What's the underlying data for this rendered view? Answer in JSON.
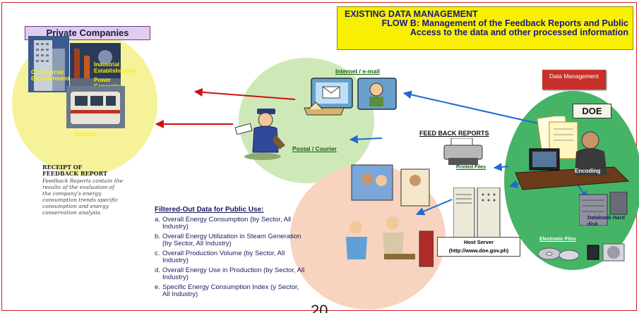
{
  "title": {
    "main": "EXISTING DATA MANAGEMENT",
    "sub": "FLOW B: Management of the Feedback Reports and Public Access to the data and other processed information"
  },
  "private_companies": {
    "label": "Private Companies",
    "items": [
      "Commercial Establishments",
      "Industrial Establishments",
      "Power Generating Plants",
      "Transport"
    ]
  },
  "channels": {
    "internet": "Internet / e-mail",
    "postal": "Postal / Courier"
  },
  "receipt": {
    "title": "RECEIPT OF FEEDBACK REPORT",
    "body": "Feedback Reports contain the results of the evaluation of the company's energy consumption trends specific consumption and energy conservation analysis."
  },
  "doe": {
    "data_management": "Data Management",
    "label": "DOE",
    "feedback_reports": "FEED BACK REPORTS",
    "printed_files": "Printed Files",
    "encoding": "Encoding",
    "databank": "Databank Hard disk",
    "electronic_files": "Electronic Files",
    "host_server": "Host Server",
    "host_url": "(http://www.doe.gov.ph)"
  },
  "public_use": {
    "title": "Filtered-Out Data for Public Use:",
    "items": [
      {
        "key": "a.",
        "text": "Overall Energy Consumption (by Sector, All Industry)"
      },
      {
        "key": "b.",
        "text": "Overall Energy Utilization in Steam Generation (by Sector, All Industry)"
      },
      {
        "key": "c.",
        "text": "Overall Production Volume (by Sector, All Industry)"
      },
      {
        "key": "d.",
        "text": "Overall Energy Use in Production (by Sector, All Industry)"
      },
      {
        "key": "e.",
        "text": "Specific Energy Consumption Index (y Sector, All Industry)"
      }
    ]
  },
  "page_number": "20",
  "colors": {
    "title_bg": "#f8f000",
    "title_text": "#1a1a80",
    "arrow_red": "#d01010",
    "arrow_blue": "#1e6ad0",
    "doe_circle": "#4ab86a",
    "companies_circle": "#f6f29a",
    "channels_circle": "#c8e6b0",
    "public_circle": "#f5cdb8"
  },
  "icons": [
    "building-icon",
    "factory-icon",
    "tram-icon",
    "mail-computer-icon",
    "postman-icon",
    "printer-icon",
    "office-worker-icon",
    "server-icon",
    "disk-icon"
  ]
}
